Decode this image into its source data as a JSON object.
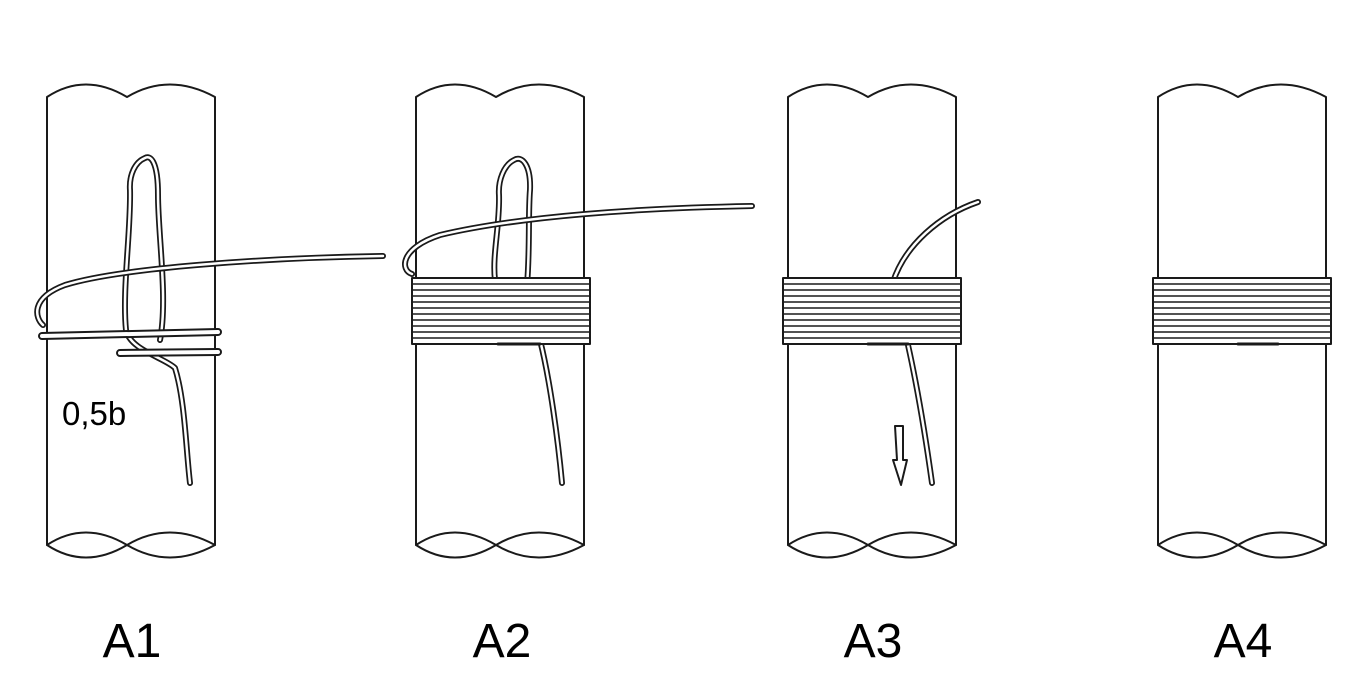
{
  "steps": [
    {
      "label": "A1"
    },
    {
      "label": "A2"
    },
    {
      "label": "A3"
    },
    {
      "label": "A4"
    }
  ],
  "annotation": "0,5b",
  "colors": {
    "stroke": "#1a1a1a",
    "background": "#ffffff"
  }
}
